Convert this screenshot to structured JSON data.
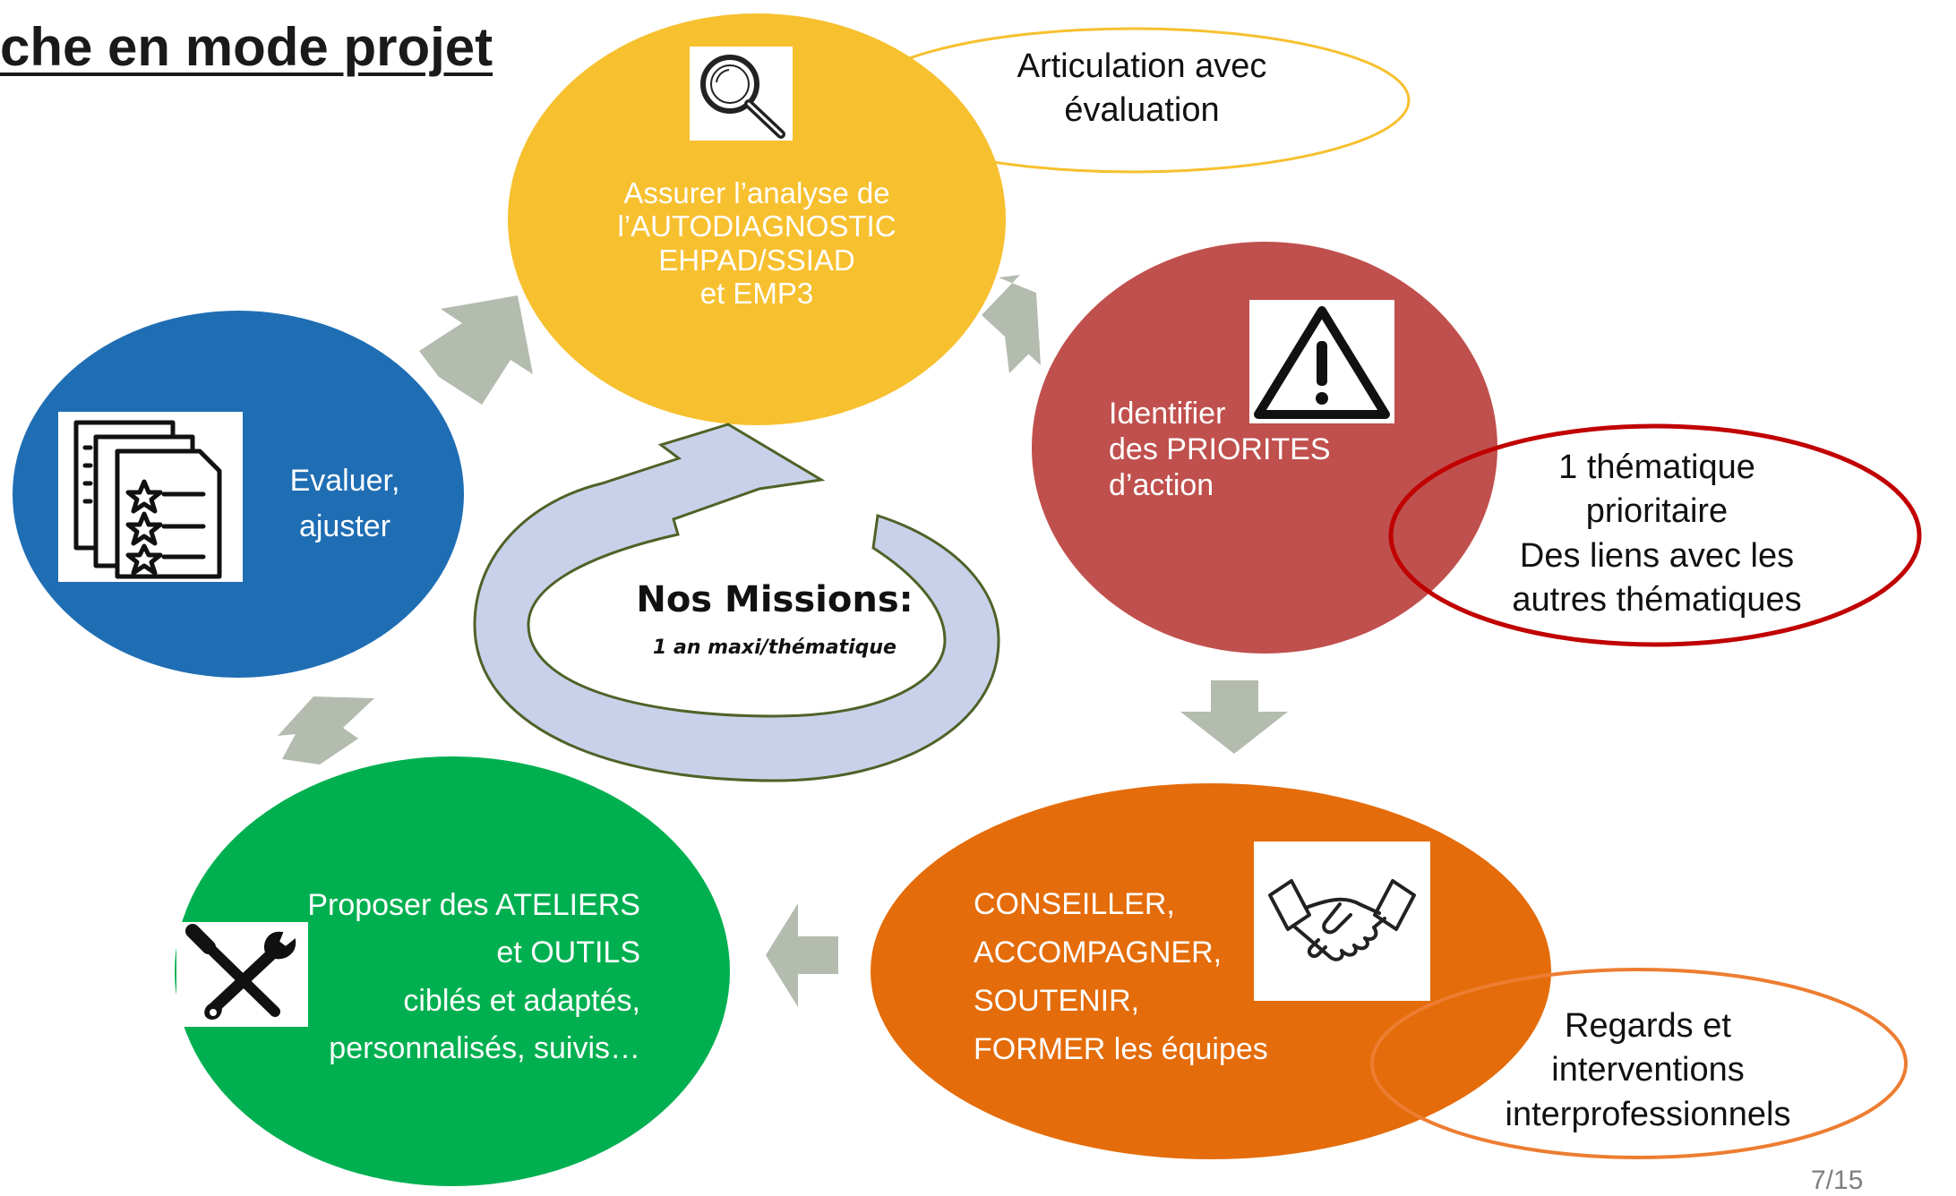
{
  "title": "che en mode projet",
  "center": {
    "heading": "Nos Missions:",
    "subheading": "1 an maxi/thématique"
  },
  "nodes": {
    "analyse": {
      "text": "Assurer l’analyse de\nl’AUTODIAGNOSTIC\nEHPAD/SSIAD\net EMP3",
      "color": "#F7C02F",
      "icon": "magnifier-icon"
    },
    "priorites": {
      "text": "Identifier\ndes PRIORITES\nd’action",
      "color": "#C0504D",
      "icon": "warning-icon"
    },
    "conseiller": {
      "text": "CONSEILLER,\nACCOMPAGNER,\nSOUTENIR,\nFORMER les équipes",
      "color": "#E46C0A",
      "icon": "handshake-icon"
    },
    "ateliers": {
      "text": "Proposer des ATELIERS\net OUTILS\nciblés et adaptés,\npersonnalisés, suivis…",
      "color": "#00B050",
      "icon": "tools-icon"
    },
    "evaluer": {
      "text": "Evaluer,\najuster",
      "color": "#1F6EB4",
      "icon": "documents-icon"
    }
  },
  "callouts": {
    "evaluation": {
      "text": "Articulation avec\névaluation",
      "color": "#F7C02F"
    },
    "thematique": {
      "text": "1 thématique\nprioritaire\nDes liens avec les\nautres thématiques",
      "color": "#C00000"
    },
    "regards": {
      "text": "Regards et\ninterventions\ninterprofessionnels",
      "color": "#ED7D31"
    }
  },
  "colors": {
    "arrow": "#B4BBAF",
    "center_arrow_fill": "#C9D1EA",
    "center_arrow_stroke": "#4F6228"
  },
  "page_number": "7/15"
}
